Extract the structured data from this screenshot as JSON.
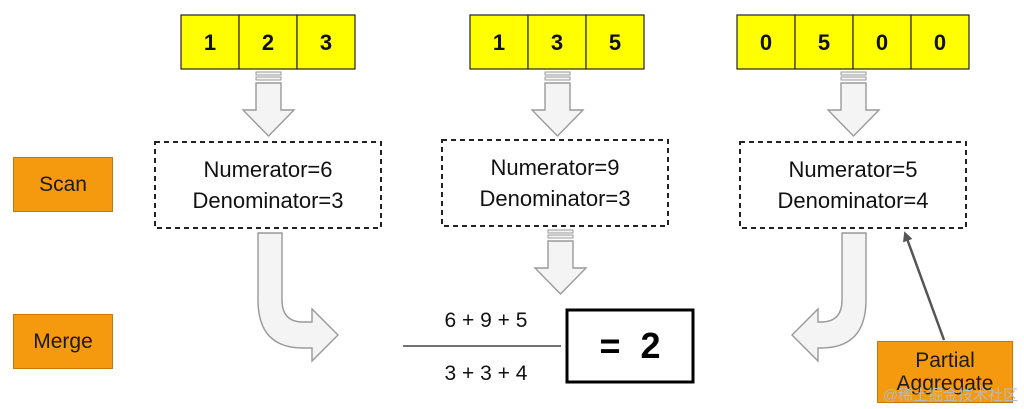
{
  "partitions": [
    {
      "cells": [
        "1",
        "2",
        "3"
      ],
      "numerator": "Numerator=6",
      "denominator": "Denominator=3"
    },
    {
      "cells": [
        "1",
        "3",
        "5"
      ],
      "numerator": "Numerator=9",
      "denominator": "Denominator=3"
    },
    {
      "cells": [
        "0",
        "5",
        "0",
        "0"
      ],
      "numerator": "Numerator=5",
      "denominator": "Denominator=4"
    }
  ],
  "stages": {
    "scan": "Scan",
    "merge": "Merge"
  },
  "merge": {
    "numerator": "6 + 9 + 5",
    "denominator": "3 + 3 + 4",
    "result": "=  2"
  },
  "partial_aggregate": {
    "line1": "Partial",
    "line2": "Aggregate"
  },
  "watermark": "@稀土掘金技术社区",
  "colors": {
    "cell_fill": "#ffff00",
    "label_fill": "#f59a0f",
    "arrow_fill": "#f4f4f4"
  }
}
